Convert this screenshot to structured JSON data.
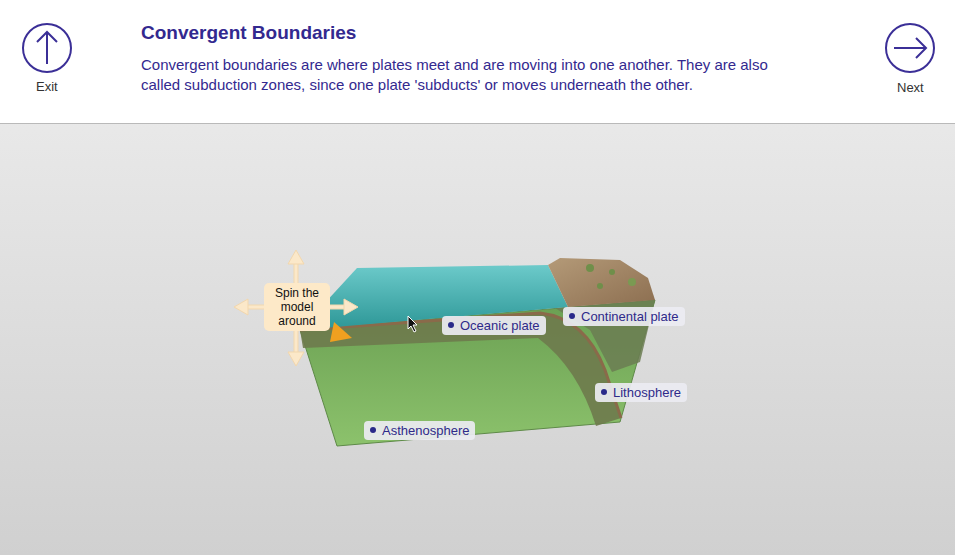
{
  "diagram": {
    "title": "Convergent Boundaries",
    "nodes": [
      {
        "text": [
          "Spin the model around"
        ]
      },
      {
        "text": [
          "Oceanic plate"
        ]
      },
      {
        "text": [
          "Continental plate"
        ]
      },
      {
        "text": [
          "Lithosphere"
        ]
      },
      {
        "text": [
          "Asthenosphere"
        ]
      }
    ],
    "labels": [
      "Convergent boundaries are where plates meet and are moving into one another. They are also called subduction zones, since one plate 'subducts' or moves underneath the other.",
      "Exit",
      "Next"
    ]
  }
}
